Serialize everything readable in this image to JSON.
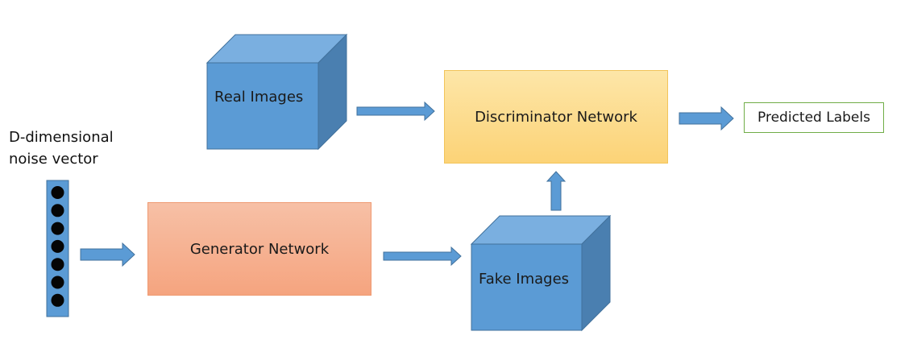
{
  "diagram": {
    "title": "Generative Adversarial Network architecture",
    "nodes": {
      "noise_vector": {
        "label_line1": "D-dimensional",
        "label_line2": "noise vector",
        "dot_count": 7
      },
      "real_images": {
        "label": "Real Images"
      },
      "fake_images": {
        "label": "Fake Images"
      },
      "generator": {
        "label": "Generator Network"
      },
      "discriminator": {
        "label": "Discriminator Network"
      },
      "predicted_labels": {
        "label": "Predicted Labels"
      }
    },
    "edges": [
      {
        "from": "noise_vector",
        "to": "generator"
      },
      {
        "from": "generator",
        "to": "fake_images"
      },
      {
        "from": "fake_images",
        "to": "discriminator"
      },
      {
        "from": "real_images",
        "to": "discriminator"
      },
      {
        "from": "discriminator",
        "to": "predicted_labels"
      }
    ],
    "colors": {
      "cube_front": "#5b9bd5",
      "cube_top": "#7aafe0",
      "cube_side": "#4a7fb0",
      "cube_stroke": "#41719c",
      "arrow": "#5b9bd5",
      "generator_fill": "#f5ad8c",
      "discriminator_fill": "#fdd98a",
      "predicted_border": "#70ad47"
    }
  }
}
